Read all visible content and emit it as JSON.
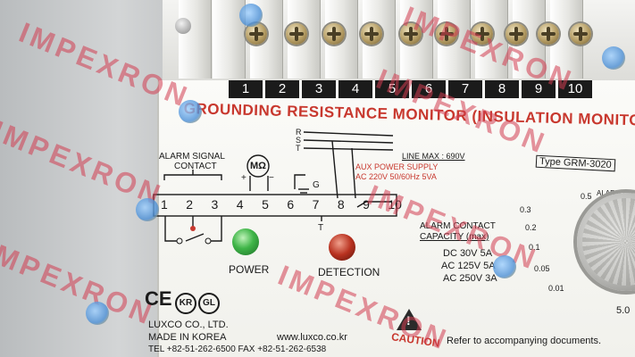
{
  "terminal_numbers": [
    "1",
    "2",
    "3",
    "4",
    "5",
    "6",
    "7",
    "8",
    "9",
    "10"
  ],
  "title": "GROUNDING RESISTANCE MONITOR (INSULATION MONITOR)",
  "type_label": "Type GRM-3020",
  "diagram": {
    "alarm_label_line1": "ALARM  SIGNAL",
    "alarm_label_line2": "CONTACT",
    "megohm_symbol": "MΩ",
    "rst": [
      "R",
      "S",
      "T"
    ],
    "line_max": "LINE MAX : 690V",
    "aux_line1": "AUX POWER SUPPLY",
    "aux_line2": "AC 220V 50/60Hz 5VA",
    "ground_label": "G",
    "t_label": "T",
    "plus_sign": "+",
    "minus_sign": "−",
    "box_numbers": [
      "1",
      "2",
      "3",
      "4",
      "5",
      "6",
      "7",
      "8",
      "9",
      "10"
    ]
  },
  "leds": {
    "power_label": "POWER",
    "detection_label": "DETECTION"
  },
  "capacity": {
    "line1": "ALARM CONTACT",
    "line2": "CAPACITY   (max)",
    "rows": [
      "DC  30V  5A",
      "AC 125V  5A",
      "AC 250V  3A"
    ]
  },
  "dial": {
    "label": "ALARM (MΩ)",
    "scale": [
      "0.5",
      "0.3",
      "0.2",
      "0.1",
      "0.05",
      "0.01",
      "5.0"
    ]
  },
  "certs": [
    "CE",
    "KR",
    "GL"
  ],
  "maker": {
    "name": "LUXCO CO., LTD.",
    "origin": "MADE IN KOREA",
    "web": "www.luxco.co.kr",
    "phone": "TEL +82-51-262-6500   FAX +82-51-262-6538"
  },
  "caution": {
    "word": "CAUTION",
    "note": "Refer to accompanying documents."
  },
  "watermark": "IMPEXRON",
  "colors": {
    "accent_red": "#c8382e",
    "strip_black": "#1b1b1b",
    "led_green": "#3fb548",
    "led_red": "#b8311f",
    "watermark": "#d23c50"
  }
}
